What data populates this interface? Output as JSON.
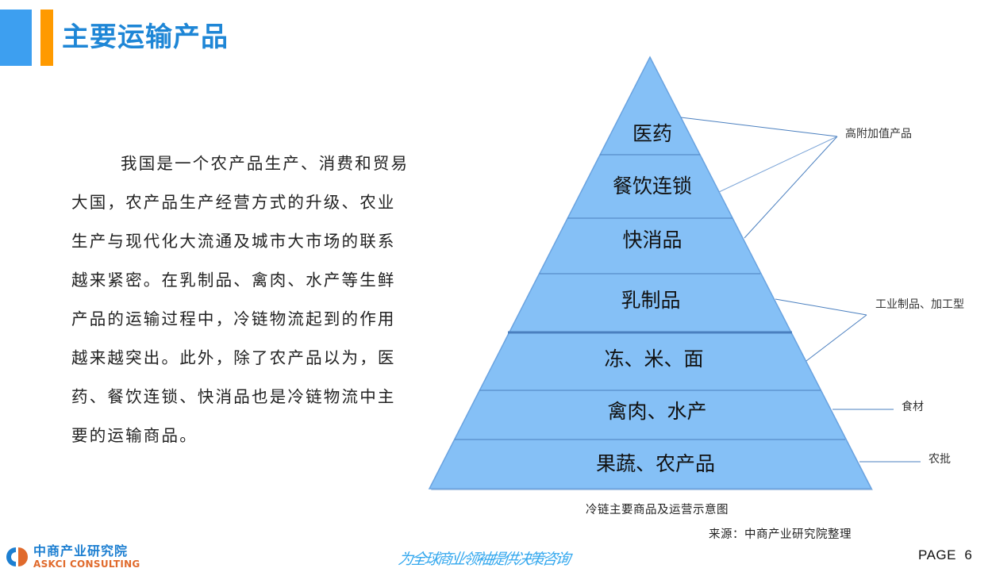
{
  "header": {
    "title": "主要运输产品",
    "accent_colors": {
      "blue": "#3d9ff0",
      "orange": "#ff9a00",
      "title": "#1e86d6"
    }
  },
  "body": {
    "lines": [
      "我国是一个农产品生产、消费和贸易",
      "大国，农产品生产经营方式的升级、农业",
      "生产与现代化大流通及城市大市场的联系",
      "越来紧密。在乳制品、禽肉、水产等生鲜",
      "产品的运输过程中，冷链物流起到的作用",
      "越来越突出。此外，除了农产品以为，医",
      "药、餐饮连锁、快消品也是冷链物流中主",
      "要的运输商品。"
    ]
  },
  "diagram": {
    "type": "pyramid",
    "fill_color": "#85c0f6",
    "line_color": "#4a7fbf",
    "bands": [
      {
        "label": "医药"
      },
      {
        "label": "餐饮连锁"
      },
      {
        "label": "快消品"
      },
      {
        "label": "乳制品"
      },
      {
        "label": "冻、米、面"
      },
      {
        "label": "禽肉、水产"
      },
      {
        "label": "果蔬、农产品"
      }
    ],
    "groups": [
      {
        "label": "高附加值产品",
        "bands": [
          "医药",
          "餐饮连锁",
          "快消品"
        ]
      },
      {
        "label": "工业制品、加工型",
        "bands": [
          "乳制品",
          "冻、米、面"
        ]
      },
      {
        "label": "食材",
        "bands": [
          "禽肉、水产"
        ]
      },
      {
        "label": "农批",
        "bands": [
          "果蔬、农产品"
        ]
      }
    ],
    "caption": "冷链主要商品及运营示意图",
    "source": "来源：中商产业研究院整理"
  },
  "footer": {
    "logo_cn": "中商产业研究院",
    "logo_en": "ASKCI CONSULTING",
    "slogan": "为全球商业领袖提供决策咨询",
    "page_label": "PAGE  6"
  }
}
